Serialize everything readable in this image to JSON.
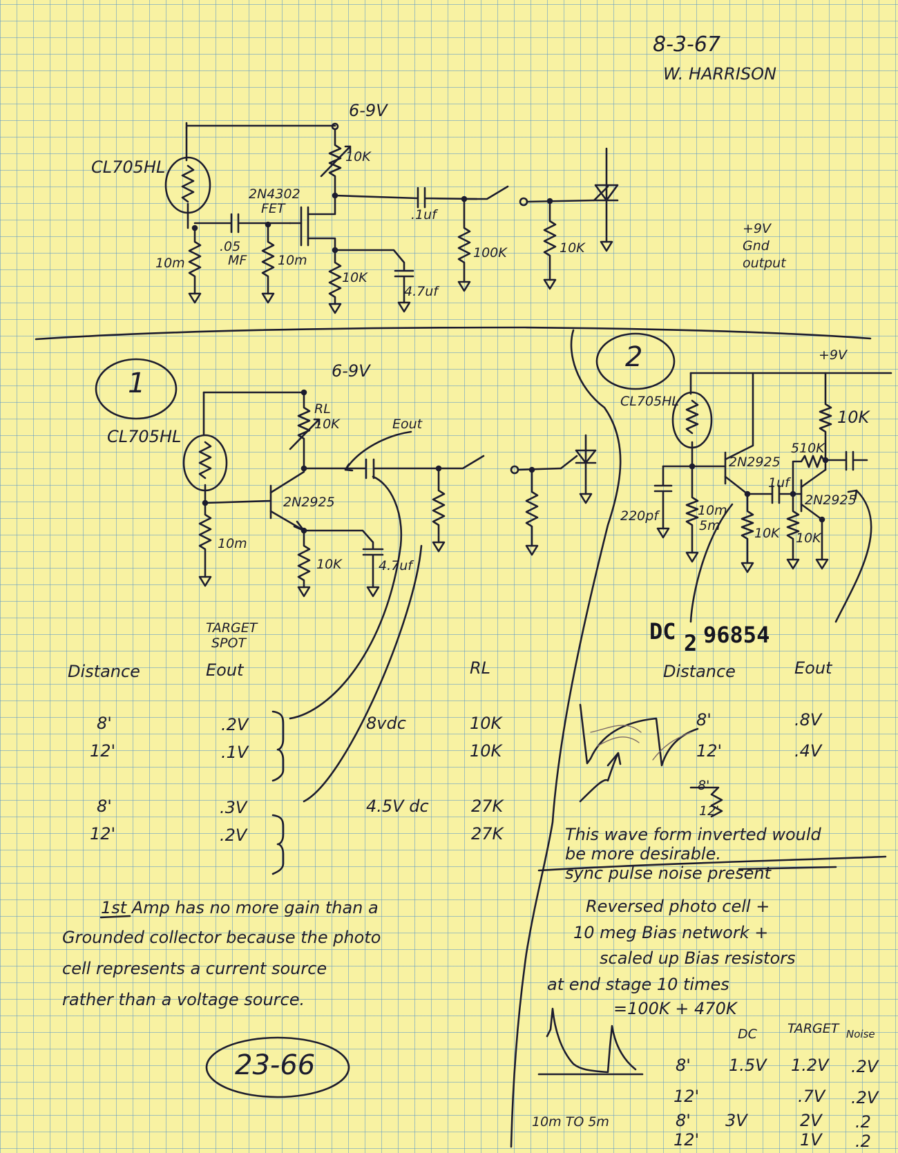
{
  "header": {
    "date": "8-3-67",
    "author": "W. HARRISON"
  },
  "top_circuit": {
    "supply": "6-9V",
    "photocell": "CL705HL",
    "fet": "2N4302",
    "fet_type": "FET",
    "r_drain": "10K",
    "cap_coupling": ".1uf",
    "r_out": "100K",
    "r_gate_bias": "10K",
    "cap_input": ".05",
    "cap_input_unit": "MF",
    "r_bias": "10m",
    "r_gate": "10m",
    "r_source": "10K",
    "cap_source": "4.7uf",
    "output_note": [
      "+9V",
      "Gnd",
      "output"
    ]
  },
  "section1": {
    "number": "1",
    "supply": "6-9V",
    "rl": "RL",
    "rl_value": "10K",
    "eout": "Eout",
    "photocell": "CL705HL",
    "transistor": "2N2925",
    "r_bias": "10m",
    "r_emitter": "10K",
    "cap_emitter": "4.7uf"
  },
  "section2": {
    "number": "2",
    "supply": "+9V",
    "photocell": "CL705HL",
    "q1": "2N2925",
    "q2": "2N2925",
    "r_collector": "10K",
    "r_feedback": "510K",
    "cap_input": "220pf",
    "r_bias1": "10m",
    "r_bias2": "5m",
    "r_e1": "10K",
    "cap_coupling": "1uf",
    "r_e2": "10K"
  },
  "table1": {
    "heading_target": "TARGET",
    "heading_spot": "SPOT",
    "col_distance": "Distance",
    "col_eout": "Eout",
    "col_rl": "RL",
    "group1_supply": "8vdc",
    "group2_supply": "4.5V dc",
    "rows": [
      {
        "distance": "8'",
        "eout": ".2V",
        "rl": "10K"
      },
      {
        "distance": "12'",
        "eout": ".1V",
        "rl": "10K"
      },
      {
        "distance": "8'",
        "eout": ".3V",
        "rl": "27K"
      },
      {
        "distance": "12'",
        "eout": ".2V",
        "rl": "27K"
      }
    ]
  },
  "stamp": {
    "prefix": "DC",
    "digit": "2",
    "number": "96854"
  },
  "table2": {
    "col_distance": "Distance",
    "col_eout": "Eout",
    "rows": [
      {
        "distance": "8'",
        "eout": ".8V"
      },
      {
        "distance": "12'",
        "eout": ".4V"
      }
    ],
    "small_note": [
      "8'",
      "12'"
    ]
  },
  "note_waveform": [
    "This wave form inverted would",
    "be more desirable.",
    "sync pulse noise present"
  ],
  "note_amp": [
    "1st Amp has no more gain than a",
    "Grounded collector because the photo",
    "cell represents a current source",
    "rather than a voltage source."
  ],
  "note_reversed": [
    "Reversed photo cell +",
    "10 meg Bias network +",
    "scaled up Bias resistors",
    "at end stage 10 times",
    "=100K + 470K"
  ],
  "table3": {
    "col_dc": "DC",
    "col_target": "TARGET",
    "col_noise": "Noise",
    "rows": [
      {
        "distance": "8'",
        "dc": "1.5V",
        "target": "1.2V",
        "noise": ".2V"
      },
      {
        "distance": "12'",
        "dc": "",
        "target": ".7V",
        "noise": ".2V"
      },
      {
        "distance": "8'",
        "dc": "3V",
        "target": "2V",
        "noise": ".2"
      },
      {
        "distance": "12'",
        "dc": "",
        "target": "1V",
        "noise": ".2"
      }
    ],
    "waveform_label": "10m TO 5m"
  },
  "page_number": "23-66"
}
